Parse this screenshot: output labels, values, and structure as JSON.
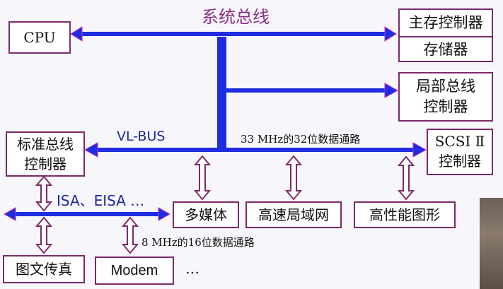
{
  "title": "系统总线",
  "bus_labels": {
    "vl_bus": "VL-BUS",
    "vl_bus_desc": "33 MHz的32位数据通路",
    "isa_bus": "ISA、EISA …",
    "isa_bus_desc": "8 MHz的16位数据通路",
    "ellipsis": "…"
  },
  "boxes": {
    "cpu": "CPU",
    "main_memory_controller": "主存控制器",
    "memory": "存储器",
    "local_bus_controller_line1": "局部总线",
    "local_bus_controller_line2": "控制器",
    "standard_bus_controller_line1": "标准总线",
    "standard_bus_controller_line2": "控制器",
    "scsi_controller_line1": "SCSI Ⅱ",
    "scsi_controller_line2": "控制器",
    "multimedia": "多媒体",
    "high_speed_lan": "高速局域网",
    "high_performance_graphics": "高性能图形",
    "fax": "图文传真",
    "modem": "Modem"
  },
  "colors": {
    "bus_blue": "#1f2de0",
    "box_border": "#7b2a6b",
    "title_purple": "#8a2f86",
    "vl_label_blue": "#1f2a9a"
  }
}
